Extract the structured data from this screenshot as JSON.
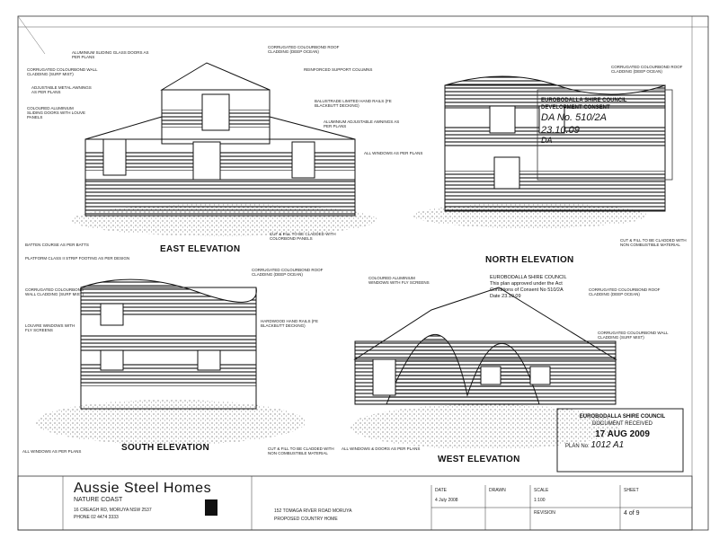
{
  "sheet": {
    "elevations": {
      "east": "EAST ELEVATION",
      "north": "NORTH ELEVATION",
      "south": "SOUTH ELEVATION",
      "west": "WEST ELEVATION"
    },
    "notes": {
      "east_colorbond_roof": "CORRUGATED COLOURBOND ROOF CLADDING (DEEP OCEAN)",
      "east_aluminium_sliding": "ALUMINIUM SLIDING GLASS DOORS AS PER PLANS",
      "east_cladding": "CORRUGATED COLOURBOND WALL CLADDING (SURF MIST)",
      "east_adjustable": "ADJUSTABLE METAL AWNINGS AS PER PLANS",
      "east_columns": "COLOURED ALUMINIUM SLIDING DOORS WITH LOUVE PANELS",
      "east_steel_col": "REINFORCED SUPPORT COLUMNS",
      "east_balustrade": "BALUSTRADE LIMITED HAND RAILS (FE BLACKBUTT DECKING)",
      "east_awnings": "ALUMINIUM ADJUSTABLE AWNINGS AS PER PLANS",
      "east_windows": "ALL WINDOWS AS PER PLANS",
      "east_batt": "BATTEN COURSE AS PER BATTS",
      "east_slab": "PLATFORM CLASS II STRIP FOOTING AS PER DESIGN",
      "east_cutfill": "CUT & FILL TO BE CLADDED WITH COLORBOND PANELS",
      "north_roof": "CORRUGATED COLOURBOND ROOF CLADDING (DEEP OCEAN)",
      "north_cutfill": "CUT & FILL TO BE CLADDED WITH NON COMBUSTIBLE MATERIAL",
      "south_roof": "CORRUGATED COLOURBOND ROOF CLADDING (DEEP OCEAN)",
      "south_cladding": "CORRUGATED COLOURBOND WALL CLADDING (SURF MIST)",
      "south_louvre": "LOUVRE WINDOWS WITH FLY SCREENS",
      "south_handrails": "HARDWOOD HAND RAILS (FE BLACKBUTT DECKING)",
      "south_windows": "ALL WINDOWS AS PER PLANS",
      "south_cutfill": "CUT & FILL TO BE CLADDED WITH NON COMBUSTIBLE MATERIAL",
      "west_windows": "COLOURED ALUMINIUM WINDOWS WITH FLY SCREENS",
      "west_roof": "CORRUGATED COLOURBOND ROOF CLADDING (DEEP OCEAN)",
      "west_cladding": "CORRUGATED COLOURBOND WALL CLADDING (SURF MIST)",
      "west_all_windows": "ALL WINDOWS & DOORS AS PER PLANS"
    },
    "consent_stamp": {
      "line1": "EUROBODALLA SHIRE COUNCIL",
      "line2": "DEVELOPMENT CONSENT",
      "da_no": "DA No. 510/2A",
      "date": "23.10.09",
      "sig": "DA"
    },
    "received_stamp": {
      "line1": "EUROBODALLA SHIRE COUNCIL",
      "line2": "DOCUMENT RECEIVED",
      "date": "17 AUG 2009",
      "plan_label": "PLAN No:",
      "plan_no": "1012 A1"
    },
    "west_stamp": {
      "line1": "EUROBODALLA SHIRE COUNCIL",
      "line2": "This plan approved under the Act",
      "line3": "Conditions of Consent No 510/2A",
      "line4": "Date 23.10.09"
    },
    "title_block": {
      "company": "Aussie Steel Homes",
      "tagline": "NATURE COAST",
      "address1": "16 CREAGH RD, MORUYA NSW 2537",
      "address2": "PHONE 02 4474 3333",
      "project1": "152 TOMAGA RIVER ROAD MORUYA",
      "project2": "PROPOSED COUNTRY HOME",
      "date_label": "DATE",
      "date_value": "4 July 2008",
      "drawn_label": "DRAWN",
      "scale_label": "SCALE",
      "scale_value": "1:100",
      "sheet_label": "SHEET",
      "sheet_value": "4 of 9",
      "revision_label": "REVISION"
    }
  }
}
